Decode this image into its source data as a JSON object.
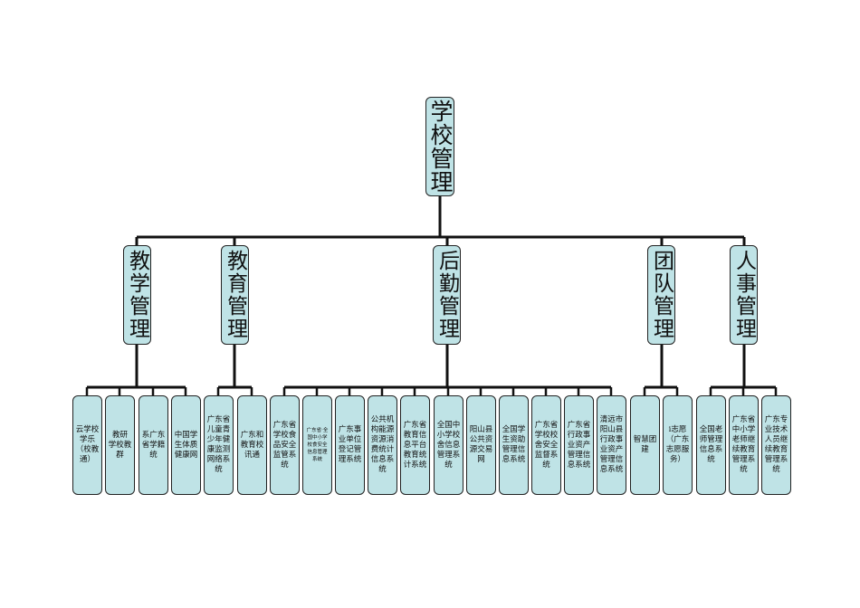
{
  "root": {
    "label": "学校管理"
  },
  "categories": [
    {
      "label": "教学管理",
      "children": [
        "云学校 学乐（校教通）",
        "教研 学校教群",
        "系广东省学籍统",
        "中国学生体质健康网"
      ]
    },
    {
      "label": "教育管理",
      "children": [
        "广东省儿童青少年健康监测网络系统",
        "广东和教育校讯通"
      ]
    },
    {
      "label": "后勤管理",
      "children": [
        "广东省学校食品安全监管系统",
        "广东省·全国中小学校食安全信息管理系统",
        "广东事业单位登记管理系统",
        "公共机构能源资源消费统计信息系统",
        "广东省教育信息平台教育统计系统",
        "全国中小学校舍信息管理系统",
        "阳山县公共资源交易网",
        "全国学生资助管理信息系统",
        "广东省学校校舍安全监督系统",
        "广东省行政事业资产管理信息系统",
        "清远市阳山县行政事业资产管理信息系统"
      ]
    },
    {
      "label": "团队管理",
      "children": [
        "智慧团建",
        "i志愿（广东志愿服务）"
      ]
    },
    {
      "label": "人事管理",
      "children": [
        "全国老师管理信息系统",
        "广东省中小学老师继续教育管理系统",
        "广东专业技术人员继续教育管理系统"
      ]
    }
  ]
}
